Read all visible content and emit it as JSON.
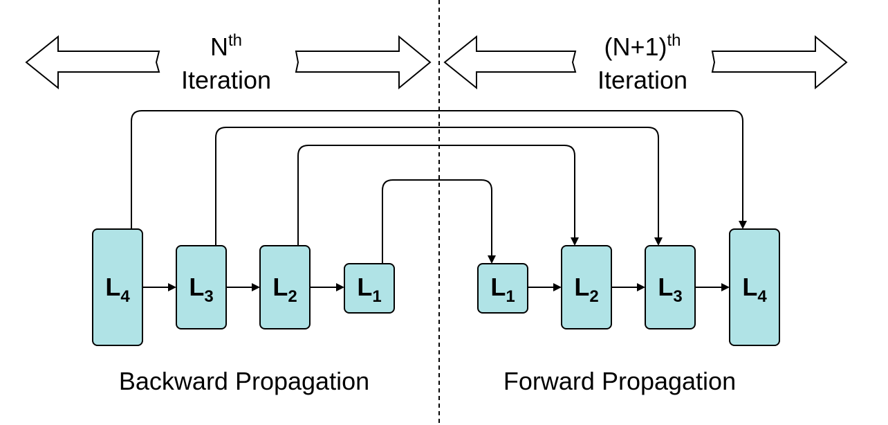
{
  "iterations": {
    "nth": {
      "main": "N",
      "sup": "th",
      "word": "Iteration"
    },
    "next": {
      "main": "(N+1)",
      "sup": "th",
      "word": "Iteration"
    }
  },
  "backward": {
    "caption": "Backward Propagation",
    "layers": [
      {
        "letter": "L",
        "sub": "4"
      },
      {
        "letter": "L",
        "sub": "3"
      },
      {
        "letter": "L",
        "sub": "2"
      },
      {
        "letter": "L",
        "sub": "1"
      }
    ]
  },
  "forward": {
    "caption": "Forward Propagation",
    "layers": [
      {
        "letter": "L",
        "sub": "1"
      },
      {
        "letter": "L",
        "sub": "2"
      },
      {
        "letter": "L",
        "sub": "3"
      },
      {
        "letter": "L",
        "sub": "4"
      }
    ]
  },
  "colors": {
    "layer_fill": "#b0e3e6",
    "stroke": "#000000",
    "block_arrow_fill": "#ffffff"
  }
}
